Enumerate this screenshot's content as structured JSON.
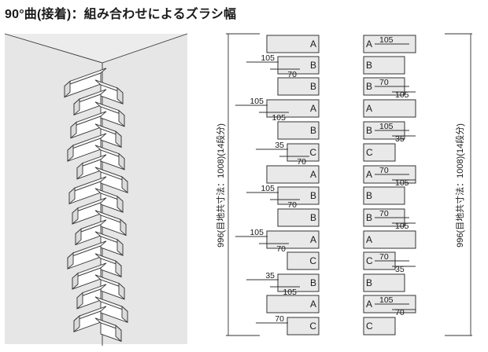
{
  "title": "90°曲(接着)：組み合わせによるズラシ幅",
  "total_dimension_label": "996(目地共寸法：1008)(14段分)",
  "left_column": [
    {
      "code": "A",
      "tops": [],
      "bottoms": []
    },
    {
      "code": "B",
      "tops": [
        "105"
      ],
      "bottoms": [
        "70"
      ]
    },
    {
      "code": "B",
      "tops": [],
      "bottoms": []
    },
    {
      "code": "A",
      "tops": [
        "105"
      ],
      "bottoms": [
        "105"
      ]
    },
    {
      "code": "B",
      "tops": [],
      "bottoms": []
    },
    {
      "code": "C",
      "tops": [
        "35"
      ],
      "bottoms": [
        "70"
      ]
    },
    {
      "code": "A",
      "tops": [],
      "bottoms": []
    },
    {
      "code": "B",
      "tops": [
        "105"
      ],
      "bottoms": [
        "70"
      ]
    },
    {
      "code": "B",
      "tops": [],
      "bottoms": []
    },
    {
      "code": "A",
      "tops": [
        "105"
      ],
      "bottoms": [
        "70"
      ]
    },
    {
      "code": "C",
      "tops": [],
      "bottoms": []
    },
    {
      "code": "B",
      "tops": [
        "35"
      ],
      "bottoms": [
        "105"
      ]
    },
    {
      "code": "A",
      "tops": [],
      "bottoms": []
    },
    {
      "code": "C",
      "tops": [
        "70"
      ],
      "bottoms": []
    }
  ],
  "right_column": [
    {
      "code": "A",
      "tops": [
        "105"
      ],
      "bottoms": []
    },
    {
      "code": "B",
      "tops": [],
      "bottoms": []
    },
    {
      "code": "B",
      "tops": [
        "70"
      ],
      "bottoms": [
        "105"
      ]
    },
    {
      "code": "A",
      "tops": [],
      "bottoms": []
    },
    {
      "code": "B",
      "tops": [
        "105"
      ],
      "bottoms": [
        "35"
      ]
    },
    {
      "code": "C",
      "tops": [],
      "bottoms": []
    },
    {
      "code": "A",
      "tops": [
        "70"
      ],
      "bottoms": [
        "105"
      ]
    },
    {
      "code": "B",
      "tops": [],
      "bottoms": []
    },
    {
      "code": "B",
      "tops": [
        "70"
      ],
      "bottoms": [
        "105"
      ]
    },
    {
      "code": "A",
      "tops": [],
      "bottoms": []
    },
    {
      "code": "C",
      "tops": [
        "70"
      ],
      "bottoms": [
        "35"
      ]
    },
    {
      "code": "B",
      "tops": [],
      "bottoms": []
    },
    {
      "code": "A",
      "tops": [
        "105"
      ],
      "bottoms": [
        "70"
      ]
    },
    {
      "code": "C",
      "tops": [],
      "bottoms": []
    }
  ]
}
